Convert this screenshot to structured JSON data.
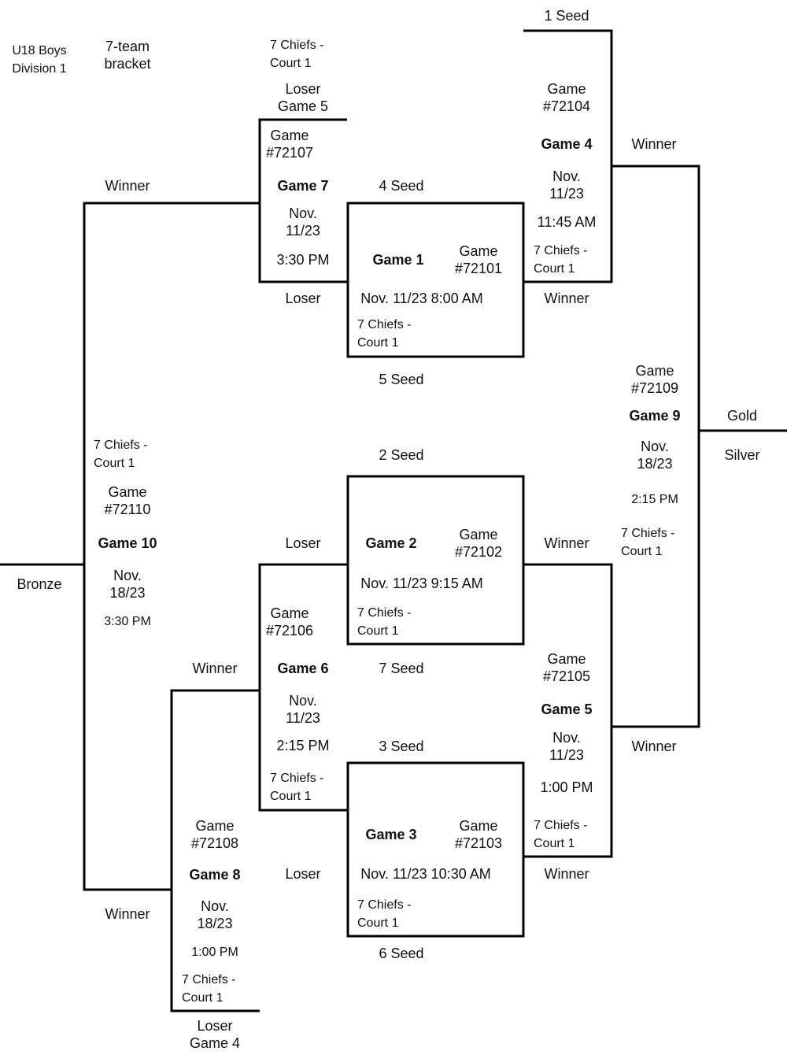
{
  "header": {
    "division": "U18 Boys\nDivision 1",
    "format": "7-team\nbracket"
  },
  "seeds": {
    "s1": "1 Seed",
    "s2": "2 Seed",
    "s3": "3 Seed",
    "s4": "4 Seed",
    "s5": "5 Seed",
    "s6": "6 Seed",
    "s7": "7 Seed"
  },
  "labels": {
    "winner": "Winner",
    "loser": "Loser",
    "loser_game5": "Loser\nGame 5",
    "loser_game4": "Loser\nGame 4",
    "gold": "Gold",
    "silver": "Silver",
    "bronze": "Bronze"
  },
  "games": {
    "g1": {
      "title": "Game 1",
      "number": "Game\n#72101",
      "datetime": "Nov. 11/23 8:00 AM",
      "venue": "7 Chiefs -\nCourt 1"
    },
    "g2": {
      "title": "Game 2",
      "number": "Game\n#72102",
      "datetime": "Nov. 11/23 9:15 AM",
      "venue": "7 Chiefs -\nCourt 1"
    },
    "g3": {
      "title": "Game 3",
      "number": "Game\n#72103",
      "datetime": "Nov. 11/23 10:30 AM",
      "venue": "7 Chiefs -\nCourt 1"
    },
    "g4": {
      "title": "Game 4",
      "number": "Game\n#72104",
      "date": "Nov.\n11/23",
      "time": "11:45 AM",
      "venue": "7 Chiefs -\nCourt 1"
    },
    "g5": {
      "title": "Game 5",
      "number": "Game\n#72105",
      "date": "Nov.\n11/23",
      "time": "1:00 PM",
      "venue": "7 Chiefs -\nCourt 1"
    },
    "g6": {
      "title": "Game 6",
      "number": "Game\n#72106",
      "date": "Nov.\n11/23",
      "time": "2:15 PM",
      "venue": "7 Chiefs -\nCourt 1"
    },
    "g7": {
      "title": "Game 7",
      "number": "Game\n#72107",
      "date": "Nov.\n11/23",
      "time": "3:30 PM",
      "venue": "7 Chiefs -\nCourt 1"
    },
    "g8": {
      "title": "Game 8",
      "number": "Game\n#72108",
      "date": "Nov.\n18/23",
      "time": "1:00 PM",
      "venue": "7 Chiefs -\nCourt 1"
    },
    "g9": {
      "title": "Game 9",
      "number": "Game\n#72109",
      "date": "Nov.\n18/23",
      "time": "2:15 PM",
      "venue": "7 Chiefs -\nCourt 1"
    },
    "g10": {
      "title": "Game 10",
      "number": "Game\n#72110",
      "date": "Nov.\n18/23",
      "time": "3:30 PM",
      "venue": "7 Chiefs -\nCourt 1"
    }
  }
}
